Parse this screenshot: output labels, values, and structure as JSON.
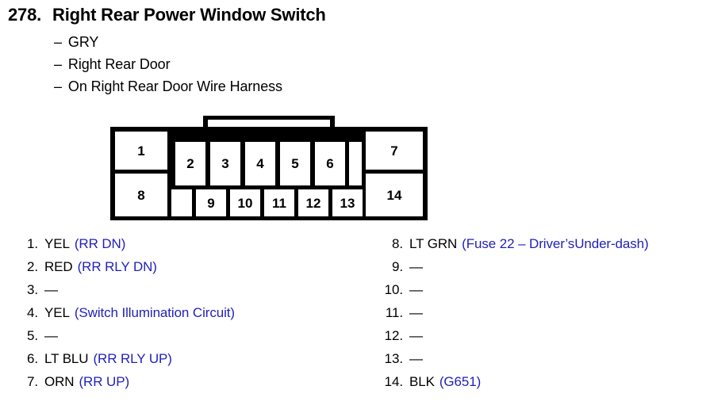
{
  "header": {
    "number": "278.",
    "title": "Right Rear Power Window Switch",
    "dash": "–",
    "subtitles": [
      "GRY",
      "Right Rear Door",
      "On Right Rear Door Wire Harness"
    ]
  },
  "connector": {
    "label": "14-pin connector pin layout",
    "top_row": [
      "1",
      "2",
      "3",
      "4",
      "5",
      "6",
      "",
      "7"
    ],
    "bottom_row": [
      "8",
      "",
      "9",
      "10",
      "11",
      "12",
      "13",
      "14"
    ]
  },
  "pins": {
    "empty_marker": "—",
    "left": [
      {
        "num": "1.",
        "wire": "YEL",
        "desc": "(RR DN)"
      },
      {
        "num": "2.",
        "wire": "RED",
        "desc": "(RR RLY DN)"
      },
      {
        "num": "3.",
        "wire": "—",
        "desc": ""
      },
      {
        "num": "4.",
        "wire": "YEL",
        "desc": "(Switch Illumination Circuit)"
      },
      {
        "num": "5.",
        "wire": "—",
        "desc": ""
      },
      {
        "num": "6.",
        "wire": "LT BLU",
        "desc": "(RR RLY UP)"
      },
      {
        "num": "7.",
        "wire": "ORN",
        "desc": "(RR UP)"
      }
    ],
    "right": [
      {
        "num": "8.",
        "wire": "LT GRN",
        "desc": "(Fuse 22 – Driver’sUnder-dash)"
      },
      {
        "num": "9.",
        "wire": "—",
        "desc": ""
      },
      {
        "num": "10.",
        "wire": "—",
        "desc": ""
      },
      {
        "num": "11.",
        "wire": "—",
        "desc": ""
      },
      {
        "num": "12.",
        "wire": "—",
        "desc": ""
      },
      {
        "num": "13.",
        "wire": "—",
        "desc": ""
      },
      {
        "num": "14.",
        "wire": "BLK",
        "desc": "(G651)"
      }
    ]
  },
  "colors": {
    "text": "#000000",
    "circuit_blue": "#2222bb",
    "connector_outline": "#000000",
    "background": "#ffffff"
  }
}
